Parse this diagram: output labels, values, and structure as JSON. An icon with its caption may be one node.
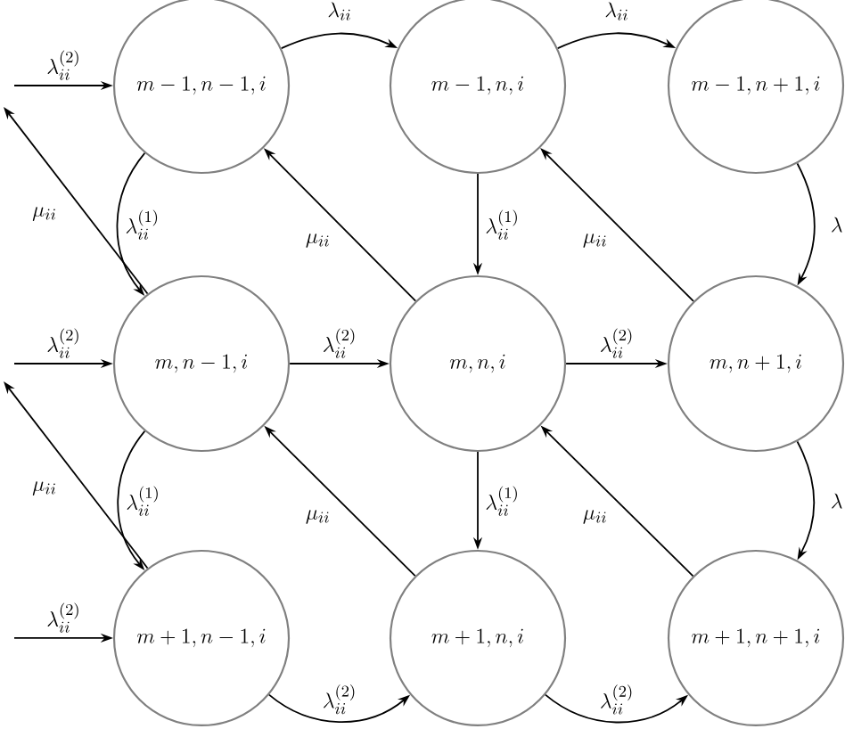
{
  "diagram": {
    "nodes": [
      {
        "text": [
          "m-1, n-1, i"
        ]
      },
      {
        "text": [
          "m-1, n, i"
        ]
      },
      {
        "text": [
          "m-1, n+1, i"
        ]
      },
      {
        "text": [
          "m, n-1, i"
        ]
      },
      {
        "text": [
          "m, n, i"
        ]
      },
      {
        "text": [
          "m, n+1, i"
        ]
      },
      {
        "text": [
          "m+1, n-1, i"
        ]
      },
      {
        "text": [
          "m+1, n, i"
        ]
      },
      {
        "text": [
          "m+1, n+1, i"
        ]
      }
    ],
    "edges": [
      {
        "from": null,
        "to": 0,
        "arrow": "to",
        "label": "\\lambda_{ii}^{(2)}"
      },
      {
        "from": 0,
        "to": 1,
        "arrow": "to",
        "label": "\\lambda_{ii}"
      },
      {
        "from": 1,
        "to": 2,
        "arrow": "to",
        "label": "\\lambda_{ii}"
      },
      {
        "from": 0,
        "to": 3,
        "arrow": "to",
        "label": "\\lambda_{ii}^{(1)}"
      },
      {
        "from": 1,
        "to": 4,
        "arrow": "to",
        "label": "\\lambda_{ii}^{(1)}"
      },
      {
        "from": 2,
        "to": 5,
        "arrow": "to",
        "label": "\\lambda"
      },
      {
        "from": 3,
        "to": null,
        "arrow": "to",
        "label": "\\mu_{ii}"
      },
      {
        "from": 4,
        "to": 0,
        "arrow": "to",
        "label": "\\mu_{ii}"
      },
      {
        "from": 5,
        "to": 1,
        "arrow": "to",
        "label": "\\mu_{ii}"
      },
      {
        "from": null,
        "to": 3,
        "arrow": "to",
        "label": "\\lambda_{ii}^{(2)}"
      },
      {
        "from": 3,
        "to": 4,
        "arrow": "to",
        "label": "\\lambda_{ii}^{(2)}"
      },
      {
        "from": 4,
        "to": 5,
        "arrow": "to",
        "label": "\\lambda_{ii}^{(2)}"
      },
      {
        "from": 3,
        "to": 6,
        "arrow": "to",
        "label": "\\lambda_{ii}^{(1)}"
      },
      {
        "from": 4,
        "to": 7,
        "arrow": "to",
        "label": "\\lambda_{ii}^{(1)}"
      },
      {
        "from": 5,
        "to": 8,
        "arrow": "to",
        "label": "\\lambda"
      },
      {
        "from": 6,
        "to": null,
        "arrow": "to",
        "label": "\\mu_{ii}"
      },
      {
        "from": 7,
        "to": 3,
        "arrow": "to",
        "label": "\\mu_{ii}"
      },
      {
        "from": 8,
        "to": 4,
        "arrow": "to",
        "label": "\\mu_{ii}"
      },
      {
        "from": null,
        "to": 6,
        "arrow": "to",
        "label": "\\lambda_{ii}^{(2)}"
      },
      {
        "from": 6,
        "to": 7,
        "arrow": "to",
        "label": "\\lambda_{ii}^{(2)}"
      },
      {
        "from": 7,
        "to": 8,
        "arrow": "to",
        "label": "\\lambda_{ii}^{(2)}"
      }
    ]
  }
}
